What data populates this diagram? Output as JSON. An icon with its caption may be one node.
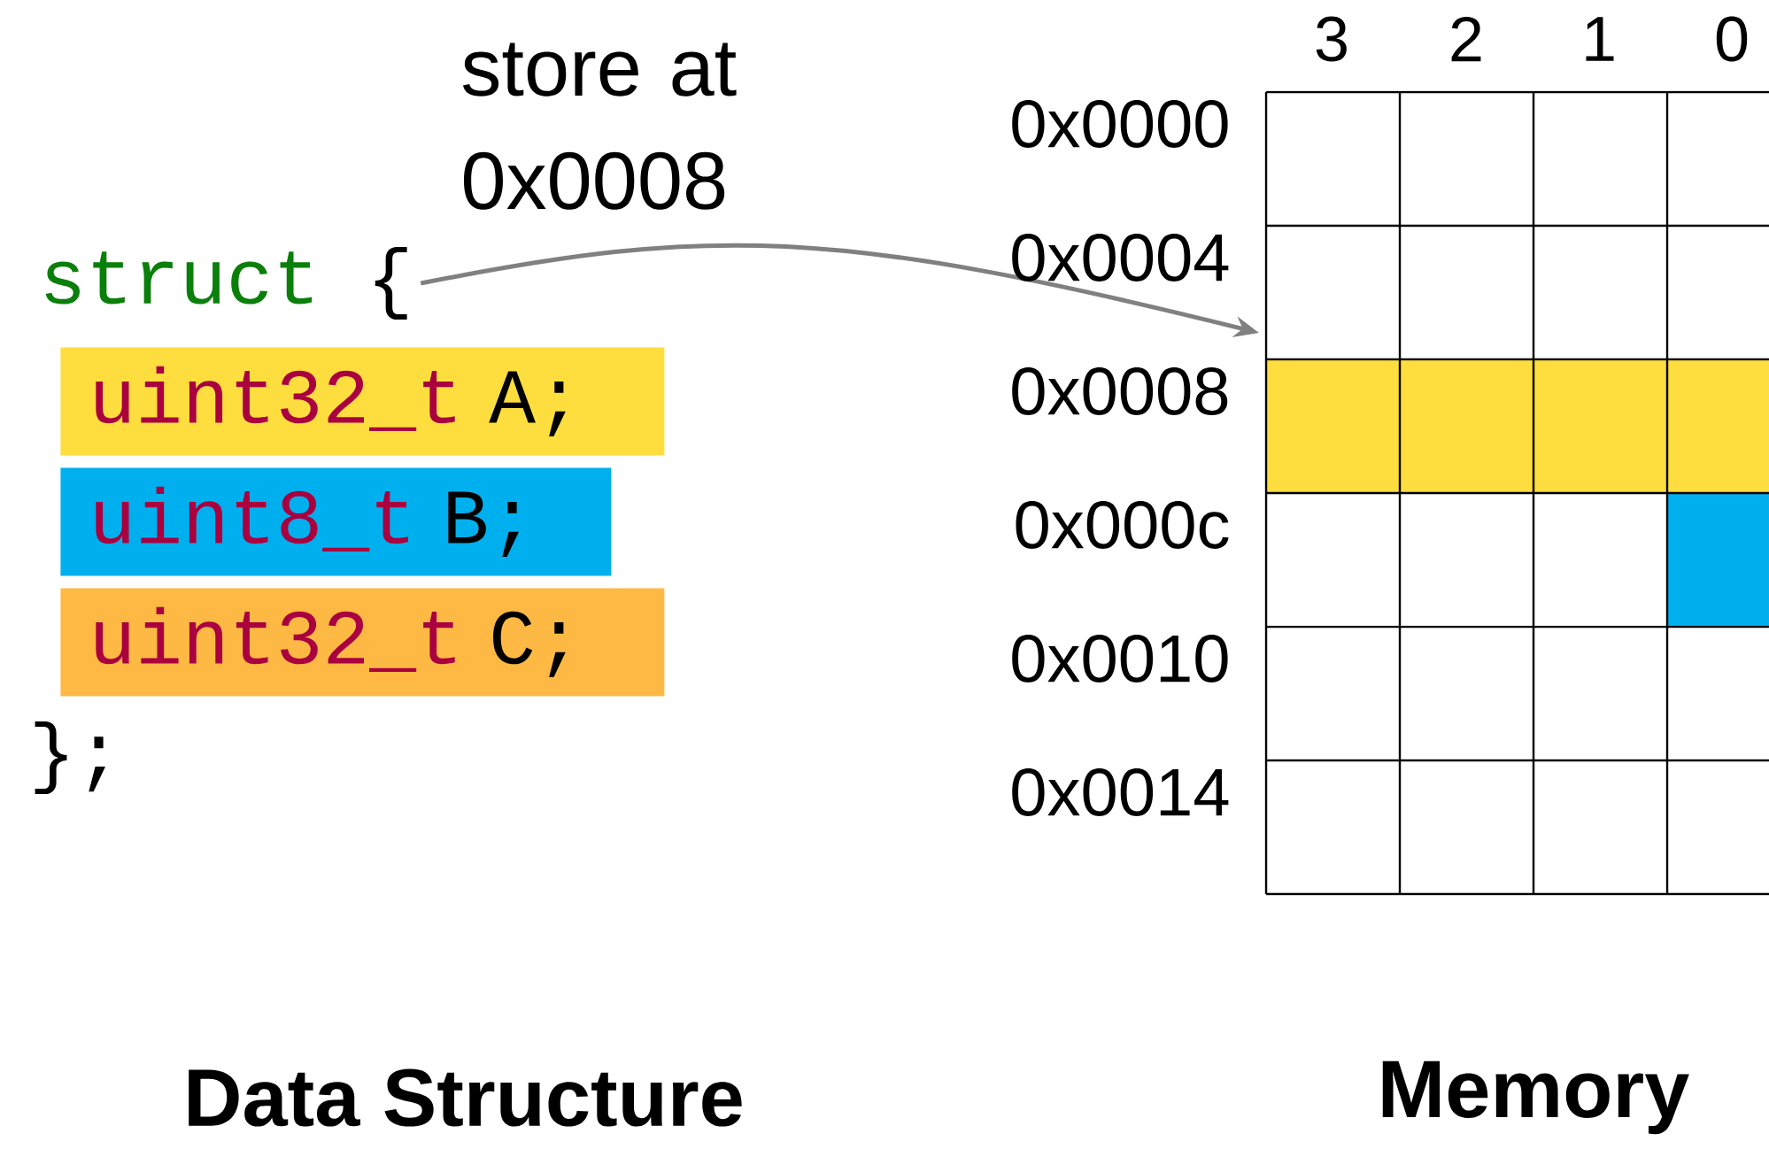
{
  "diagram": {
    "nodes": [
      {
        "text": [
          "struct",
          "{"
        ]
      },
      {
        "text": [
          "uint32_t",
          "A;"
        ]
      },
      {
        "text": [
          "uint8_t",
          "B;"
        ]
      },
      {
        "text": [
          "uint32_t",
          "C;"
        ]
      },
      {
        "text": [],
        "shape": "box"
      }
    ],
    "edges": [
      {
        "from": 0,
        "to": 4,
        "arrow": "to",
        "label": "store at 0x0008"
      }
    ],
    "labels": [
      "3",
      "2",
      "1",
      "0",
      "0x0000",
      "0x0004",
      "0x0008",
      "0x000c",
      "0x0010",
      "0x0014",
      "};",
      "Data Structure",
      "Memory"
    ]
  }
}
